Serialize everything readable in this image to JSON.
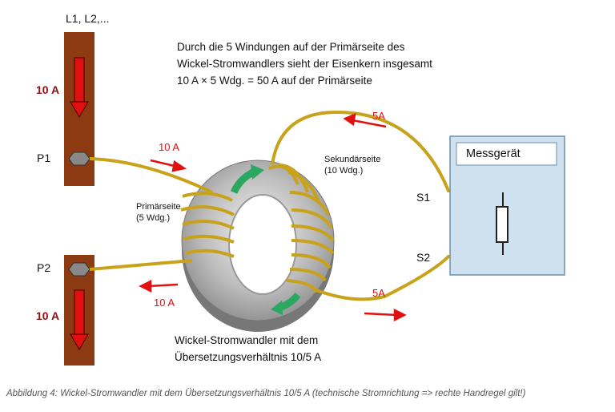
{
  "labels": {
    "lines": "L1, L2,...",
    "current_top": "10 A",
    "current_bottom": "10 A",
    "p1": "P1",
    "p2": "P2",
    "in_current": "10 A",
    "out_current": "10 A",
    "sec_top_current": "5A",
    "sec_bottom_current": "5A",
    "secondary_side": "Sekundärseite",
    "secondary_turns": "(10 Wdg.)",
    "primary_side": "Primärseite",
    "primary_turns": "(5 Wdg.)",
    "s1": "S1",
    "s2": "S2",
    "meter": "Messgerät"
  },
  "note": {
    "line1": "Durch die 5 Windungen auf der Primärseite des",
    "line2": "Wickel-Stromwandlers sieht der Eisenkern insgesamt",
    "line3": "10 A × 5 Wdg. = 50 A auf der Primärseite"
  },
  "transformer_caption": {
    "line1": "Wickel-Stromwandler mit dem",
    "line2": "Übersetzungsverhältnis 10/5 A"
  },
  "figure_caption": "Abbildung 4: Wickel-Stromwandler mit dem Übersetzungsverhältnis 10/5 A (technische Stromrichtung => rechte Handregel gilt!)",
  "colors": {
    "busbar": "#8b3a12",
    "wire": "#c8a21a",
    "arrow": "#e01010",
    "meter_fill": "#cfe0ef",
    "flow": "#2aa860"
  }
}
